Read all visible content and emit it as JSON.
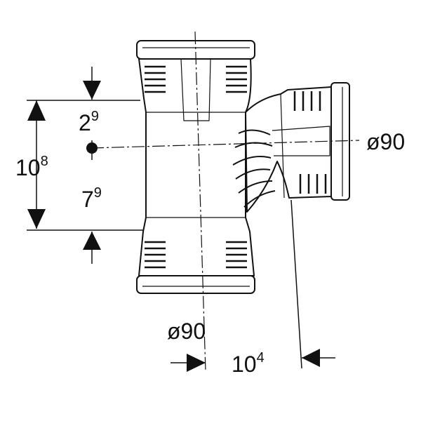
{
  "dimensions": {
    "upper_offset": {
      "base": "2",
      "sup": "9"
    },
    "total_height": {
      "base": "10",
      "sup": "8"
    },
    "lower_offset": {
      "base": "7",
      "sup": "9"
    },
    "branch_diameter": "ø90",
    "main_diameter": "ø90",
    "branch_offset": {
      "base": "10",
      "sup": "4"
    }
  }
}
